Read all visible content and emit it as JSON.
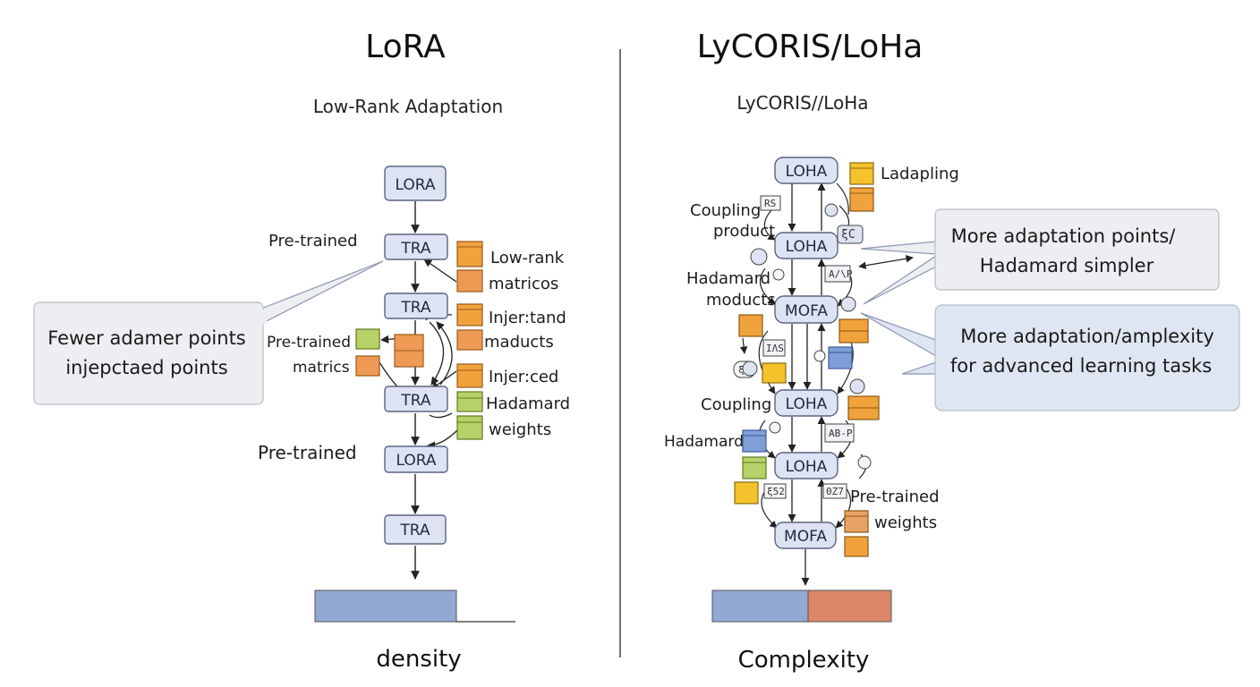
{
  "colors": {
    "node_fill": "#dde3f2",
    "node_stroke": "#5a6582",
    "orange": "#f0a23c",
    "orange_light": "#ee9a55",
    "green": "#b7d169",
    "yellow": "#f4c32c",
    "blue": "#7f9fd8",
    "bar_blue": "#93a8d3",
    "bar_orange": "#dc8868",
    "callout_fill": "#eceef2",
    "callout_fill_blue": "#dfe6f3",
    "divider": "#444444"
  },
  "left": {
    "title": "LoRA",
    "subtitle": "Low-Rank Adaptation",
    "nodes": [
      "LORA",
      "TRA",
      "TRA",
      "TRA",
      "LORA",
      "TRA"
    ],
    "labels": {
      "pretrained_1": "Pre-trained",
      "low_rank": "Low-rank",
      "matricos": "matricos",
      "injer_tand": "Injer:tand",
      "maducts": "maducts",
      "pretrained_2": "Pre-trained",
      "matrics": "matrics",
      "injer_ced": "Injer:ced",
      "hadamard": "Hadamard",
      "weights": "weights",
      "pretrained_3": "Pre-trained"
    },
    "callout": [
      "Fewer adamer points",
      "injepctaed points"
    ],
    "bottom_label": "density"
  },
  "right": {
    "title": "LyCORIS/LoHa",
    "subtitle": "LyCORIS//LoHa",
    "nodes": [
      "LOHA",
      "LOHA",
      "MOFA",
      "LOHA",
      "LOHA",
      "MOFA"
    ],
    "labels": {
      "ladapling": "Ladapling",
      "coupling_1": "Coupling",
      "product": "product",
      "hadamard_1": "Hadamard",
      "moducts": "moducts",
      "coupling_2": "Coupling",
      "hadamard_2": "Hadamard",
      "pretrained": "Pre-trained",
      "weights": "weights"
    },
    "tiny_glyphs": [
      "RS",
      "ξC",
      "A/\\P",
      "IΛS",
      "ξC",
      "AB-P",
      "ξ52",
      "0Z7"
    ],
    "callout_1": [
      "More adaptation points/",
      "Hadamard simpler"
    ],
    "callout_2": [
      "More adaptation/amplexity",
      "for advanced learning tasks"
    ],
    "bottom_label": "Complexity"
  }
}
